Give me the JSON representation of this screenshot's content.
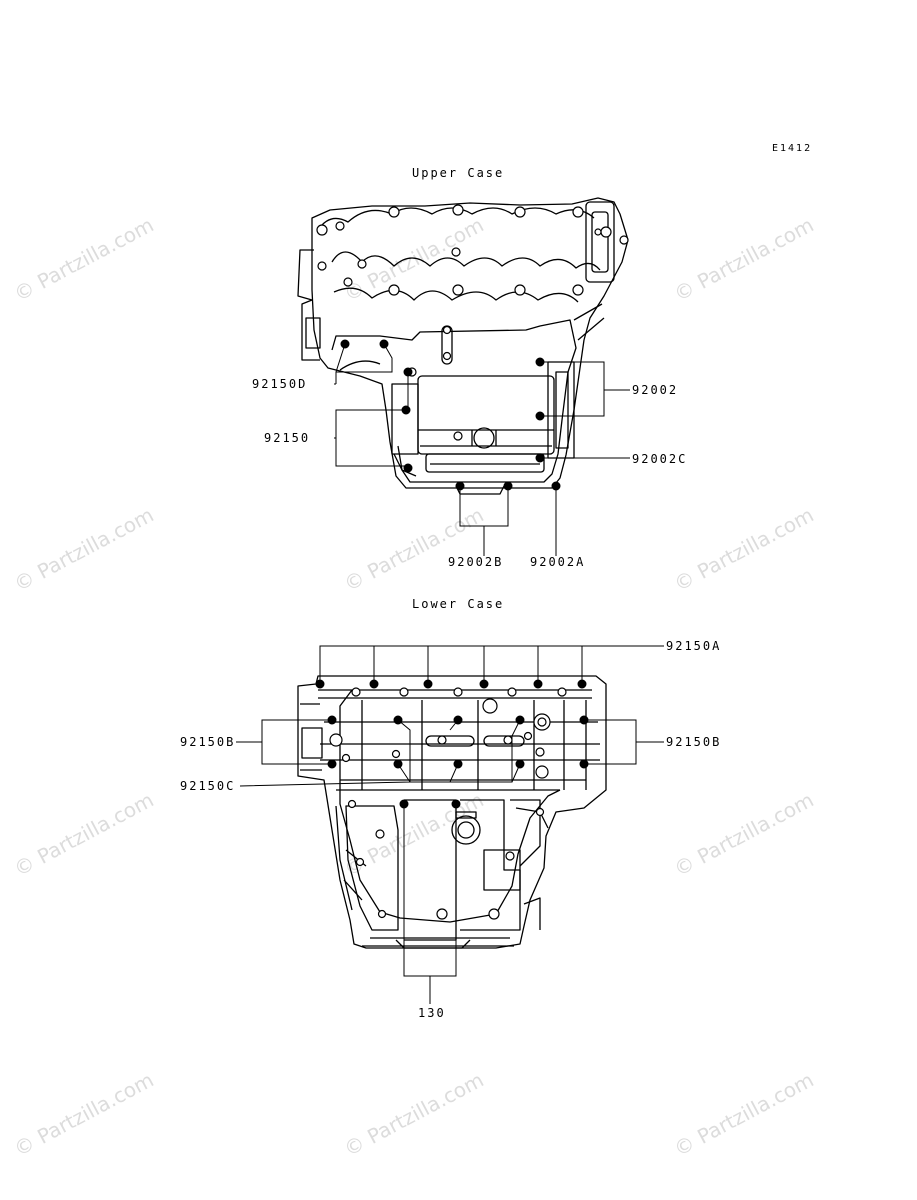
{
  "diagram_code": "E1412",
  "sections": {
    "upper": {
      "title": "Upper Case"
    },
    "lower": {
      "title": "Lower Case"
    }
  },
  "callouts": {
    "c92150D": "92150D",
    "c92150": "92150",
    "c92002": "92002",
    "c92002C": "92002C",
    "c92002B": "92002B",
    "c92002A": "92002A",
    "c92150A": "92150A",
    "c92150B_left": "92150B",
    "c92150B_right": "92150B",
    "c92150C": "92150C",
    "c130": "130"
  },
  "watermark": {
    "text": "© Partzilla.com"
  },
  "colors": {
    "line": "#000000",
    "watermark": "#dcdcdc"
  }
}
